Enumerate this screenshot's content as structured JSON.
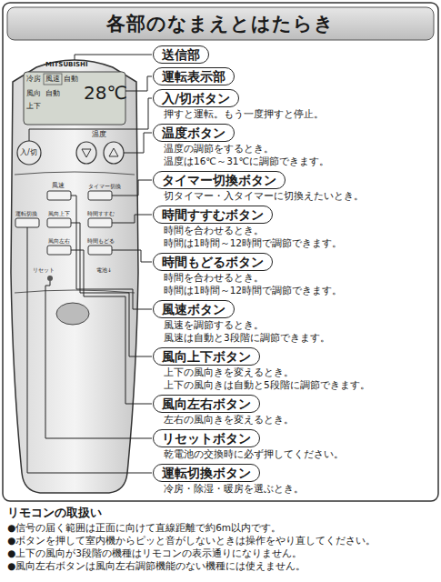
{
  "diagram": {
    "title": "各部のなまえとはたらき",
    "nodes": [
      {
        "text": [
          "送信部"
        ]
      },
      {
        "text": [
          "運転表示部"
        ]
      },
      {
        "text": [
          "入/切ボタン",
          "押すと運転。もう一度押すと停止。"
        ]
      },
      {
        "text": [
          "温度ボタン",
          "温度の調節をするとき。",
          "温度は16℃～31℃に調節できます。"
        ]
      },
      {
        "text": [
          "タイマー切換ボタン",
          "切タイマー・入タイマーに切換えたいとき。"
        ]
      },
      {
        "text": [
          "時間すすむボタン",
          "時間を合わせるとき。",
          "時間は1時間～12時間で調節できます。"
        ]
      },
      {
        "text": [
          "時間もどるボタン",
          "時間を合わせるとき。",
          "時間は1時間～12時間で調節できます。"
        ]
      },
      {
        "text": [
          "風速ボタン",
          "風速を調節するとき。",
          "風速は自動と3段階に調節できます。"
        ]
      },
      {
        "text": [
          "風向上下ボタン",
          "上下の風向きを変えるとき。",
          "上下の風向きは自動と5段階に調節できます。"
        ]
      },
      {
        "text": [
          "風向左右ボタン",
          "左右の風向きを変えるとき。"
        ]
      },
      {
        "text": [
          "リセットボタン",
          "乾電池の交換時に必ず押してください。"
        ]
      },
      {
        "text": [
          "運転切換ボタン",
          "冷房・除湿・暖房を選ぶとき。"
        ]
      }
    ],
    "labels": [
      "MITSUBISHI",
      "冷房",
      "風速",
      "自動",
      "28℃",
      "風向",
      "自動",
      "上下",
      "入/切",
      "温度",
      "風速",
      "タイマー切換",
      "運転切換",
      "風向上下",
      "時間すすむ",
      "風向左右",
      "時間もどる",
      "リセット",
      "電池↓",
      "リモコンの取扱い",
      "●信号の届く範囲は正面に向けて直線距離で約6m以内です。",
      "●ボタンを押して室内機からピッと音がしないときは操作をやり直してください。",
      "●上下の風向が3段階の機種はリモコンの表示通りになりません。",
      "●風向左右ボタンは風向左右調節機能のない機種には使えません。"
    ]
  }
}
